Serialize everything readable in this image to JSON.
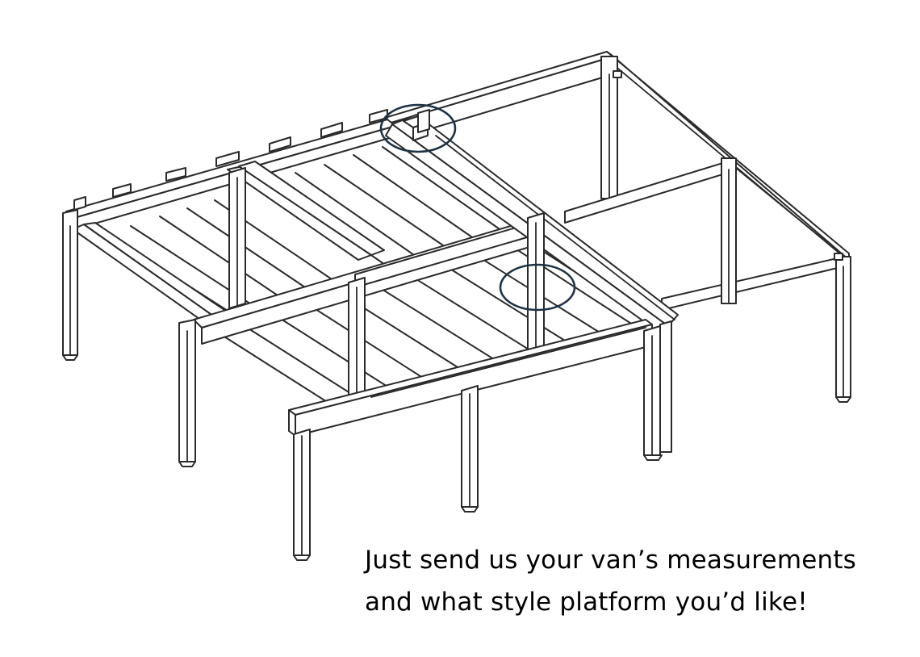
{
  "caption": {
    "line1": "Just send us your van’s measurements",
    "line2": "and what style platform you’d like!"
  },
  "callouts": [
    {
      "name": "joint-callout-top"
    },
    {
      "name": "joint-callout-middle"
    }
  ],
  "colors": {
    "line": "#2a2a2a",
    "callout": "#1f3346",
    "background": "#ffffff"
  }
}
